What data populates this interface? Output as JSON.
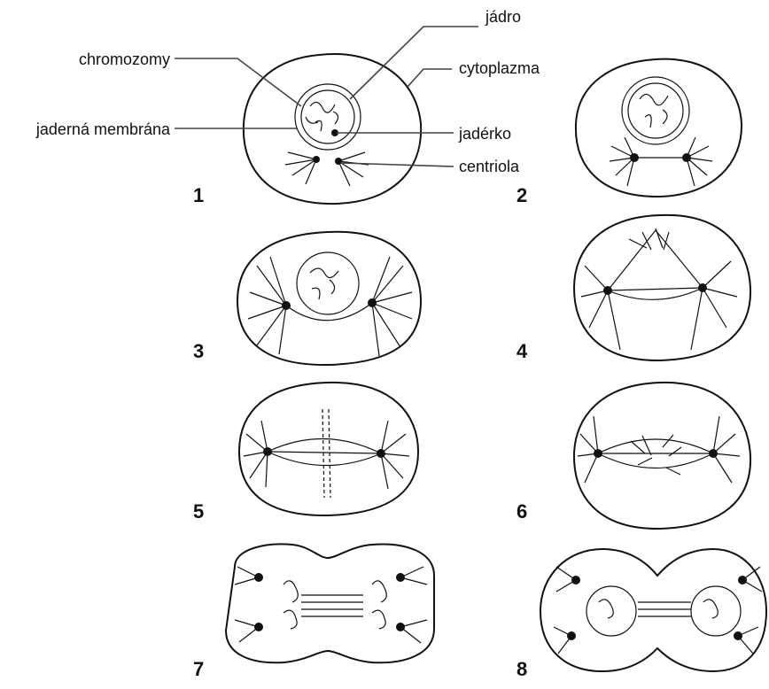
{
  "labels": {
    "chromosomes": "chromozomy",
    "nucleus": "jádro",
    "cytoplasm": "cytoplazma",
    "nuclear_membrane": "jaderná membrána",
    "nucleolus": "jadérko",
    "centriole": "centriola"
  },
  "stages": [
    "1",
    "2",
    "3",
    "4",
    "5",
    "6",
    "7",
    "8"
  ]
}
